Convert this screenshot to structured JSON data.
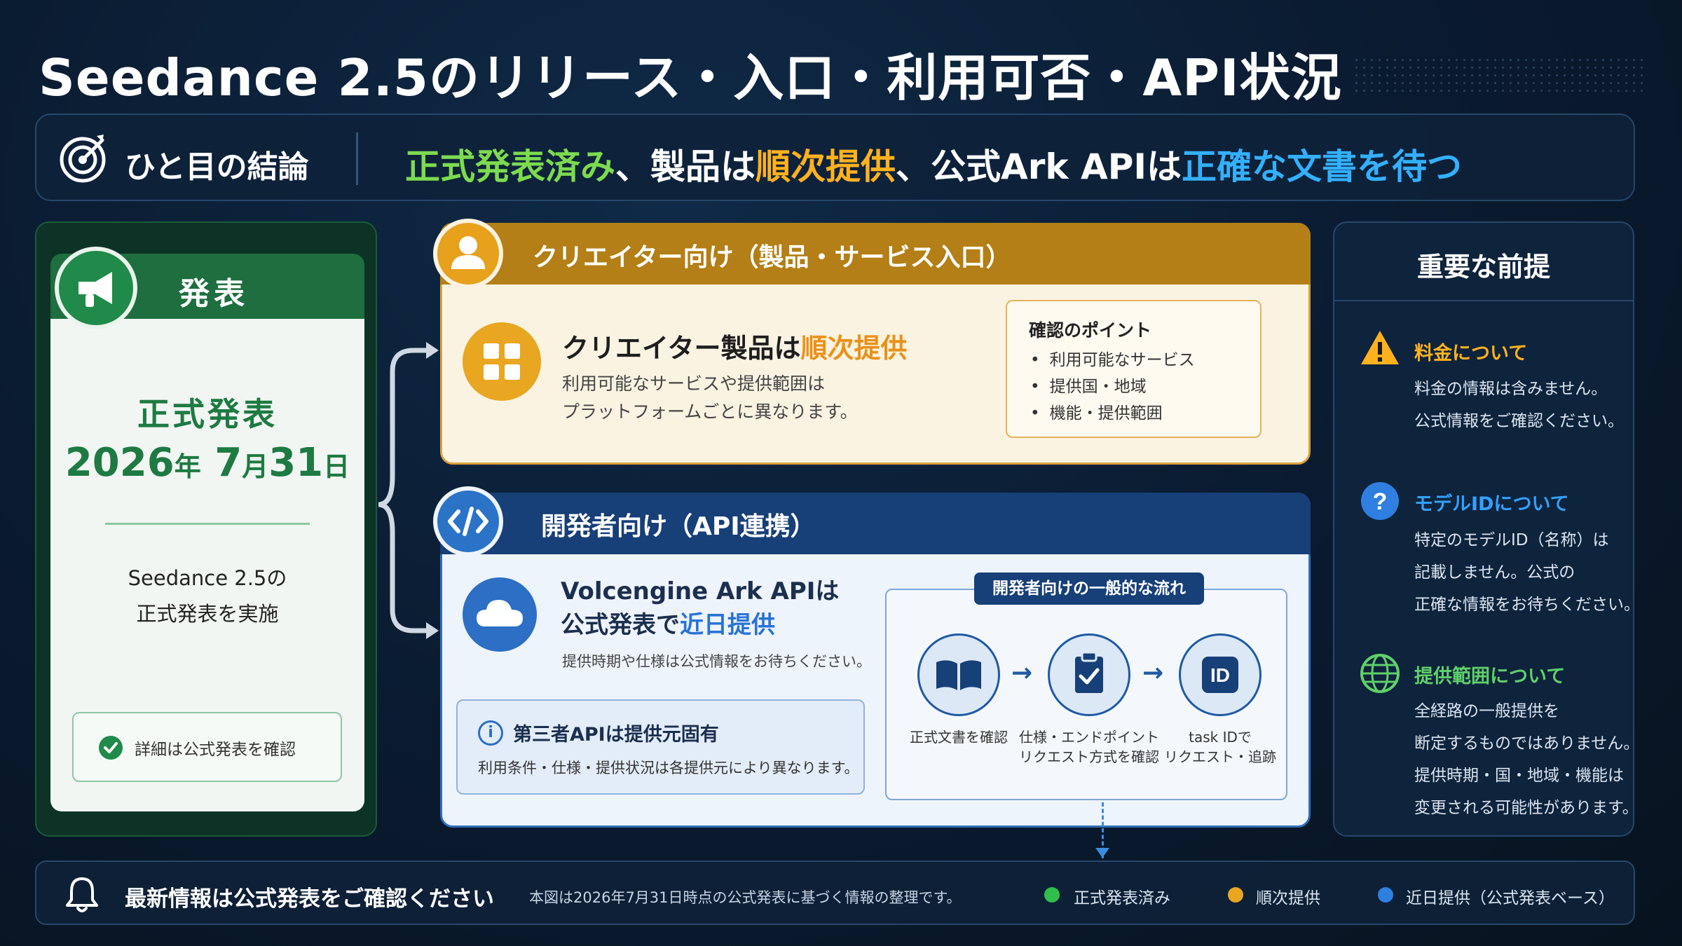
{
  "title": "Seedance 2.5のリリース・入口・利用可否・API状況",
  "conclusion": {
    "label": "ひと目の結論",
    "parts": [
      "正式発表済み",
      "、製品は",
      "順次提供",
      "、公式Ark APIは",
      "正確な文書を待つ"
    ]
  },
  "announcement": {
    "header": "発表",
    "line1": "正式発表",
    "date_year": "2026",
    "date_year_unit": "年",
    "date_month": " 7",
    "date_month_unit": "月",
    "date_day": "31",
    "date_day_unit": "日",
    "sub1": "Seedance 2.5の",
    "sub2": "正式発表を実施",
    "check": "詳細は公式発表を確認"
  },
  "creators": {
    "header": "クリエイター向け（製品・サービス入口）",
    "heading_prefix": "クリエイター製品は",
    "heading_accent": "順次提供",
    "desc1": "利用可能なサービスや提供範囲は",
    "desc2": "プラットフォームごとに異なります。",
    "points_title": "確認のポイント",
    "points": [
      "利用可能なサービス",
      "提供国・地域",
      "機能・提供範囲"
    ]
  },
  "developers": {
    "header": "開発者向け（API連携）",
    "heading_line1": "Volcengine Ark APIは",
    "heading_line2_prefix": "公式発表で",
    "heading_line2_accent": "近日提供",
    "desc": "提供時期や仕様は公式情報をお待ちください。",
    "third_party_title": "第三者APIは提供元固有",
    "third_party_desc": "利用条件・仕様・提供状況は各提供元により異なります。",
    "flow_title": "開発者向けの一般的な流れ",
    "flow_steps": [
      {
        "icon": "book-icon",
        "line1": "正式文書を確認",
        "line2": ""
      },
      {
        "icon": "clipboard-check-icon",
        "line1": "仕様・エンドポイント",
        "line2": "リクエスト方式を確認"
      },
      {
        "icon": "id-icon",
        "line1": "task IDで",
        "line2": "リクエスト・追跡",
        "badge": "ID"
      }
    ]
  },
  "premise": {
    "title": "重要な前提",
    "items": [
      {
        "icon": "warning-icon",
        "color": "#ffb21e",
        "heading": "料金について",
        "lines": [
          "料金の情報は含みません。",
          "公式情報をご確認ください。"
        ]
      },
      {
        "icon": "question-icon",
        "color": "#33a0ff",
        "heading": "モデルIDについて",
        "lines": [
          "特定のモデルID（名称）は",
          "記載しません。公式の",
          "正確な情報をお待ちください。"
        ]
      },
      {
        "icon": "globe-icon",
        "color": "#5fd06a",
        "heading": "提供範囲について",
        "lines": [
          "全経路の一般提供を",
          "断定するものではありません。",
          "提供時期・国・地域・機能は",
          "変更される可能性があります。"
        ]
      }
    ]
  },
  "footer": {
    "heading": "最新情報は公式発表をご確認ください",
    "note": "本図は2026年7月31日時点の公式発表に基づく情報の整理です。",
    "legend": [
      {
        "label": "正式発表済み",
        "color": "#2fbf4a"
      },
      {
        "label": "順次提供",
        "color": "#e8a621"
      },
      {
        "label": "近日提供（公式発表ベース）",
        "color": "#2f7fe0"
      }
    ]
  },
  "colors": {
    "green": "#7cdb4f",
    "orange": "#ffb21e",
    "blue": "#33b0ff"
  }
}
